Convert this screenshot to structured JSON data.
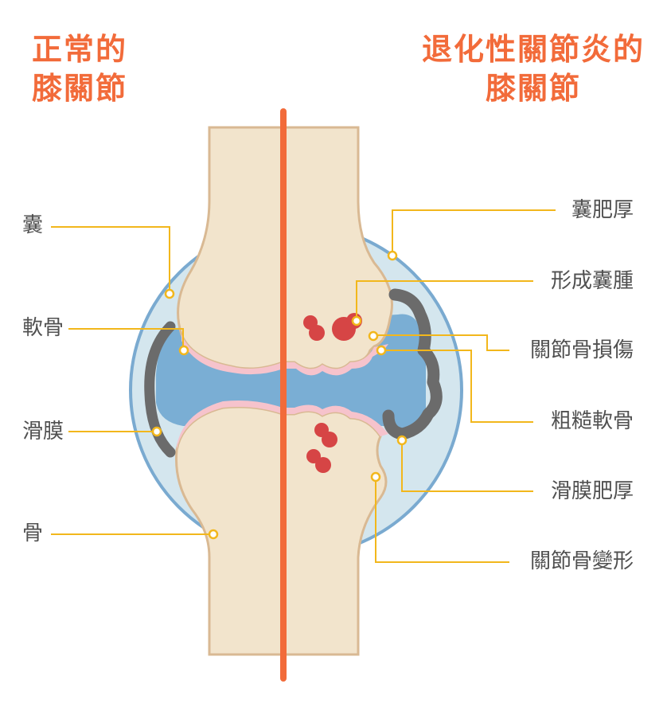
{
  "titles": {
    "normal": [
      "正常的",
      "膝關節"
    ],
    "arthritis": [
      "退化性關節炎的",
      "膝關節"
    ]
  },
  "labels_left": {
    "capsule": "囊",
    "cartilage": "軟骨",
    "synovium": "滑膜",
    "bone": "骨"
  },
  "labels_right": {
    "capsule_thickening": "囊肥厚",
    "cyst_formation": "形成囊腫",
    "bone_damage": "關節骨損傷",
    "rough_cartilage": "粗糙軟骨",
    "synovial_thickening": "滑膜肥厚",
    "bone_deformity": "關節骨變形"
  },
  "colors": {
    "title": "#f26b3a",
    "divider": "#f26b3a",
    "bone": "#f2e4cc",
    "bone_outline": "#d9b993",
    "cartilage": "#f6c3cc",
    "fluid": "#7aaed4",
    "capsule_fill": "#d4e6ee",
    "capsule_outline": "#7aaad0",
    "synovium": "#6b6b6b",
    "cyst": "#d64545",
    "leader": "#f2b71c"
  }
}
